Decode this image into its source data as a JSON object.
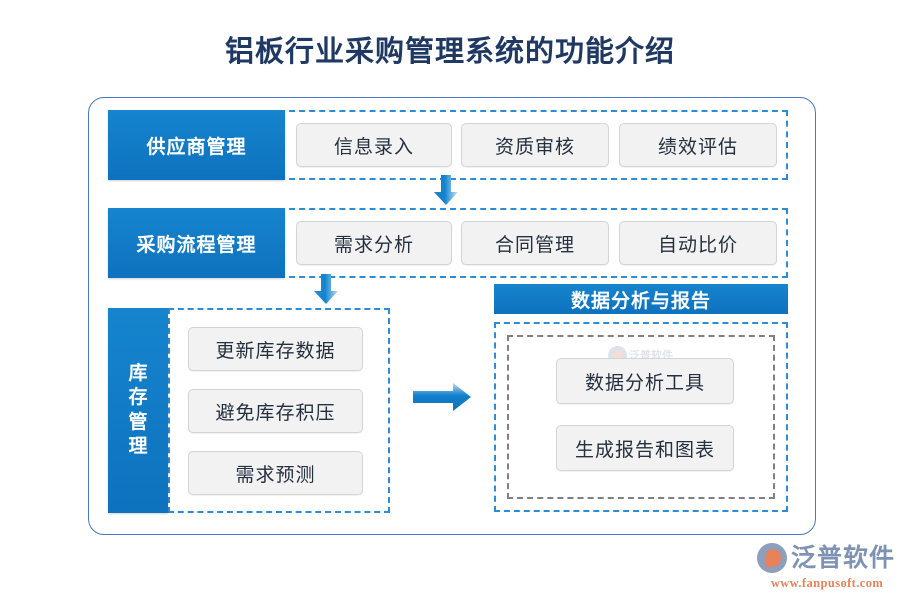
{
  "page": {
    "title": "铝板行业采购管理系统的功能介绍",
    "background": "#ffffff"
  },
  "theme": {
    "brand_blue": "#0E72BE",
    "brand_blue_light": "#1684CE",
    "dashed_blue": "#2E8BD6",
    "dashed_grey": "#808080",
    "chip_bg": "#F2F2F2",
    "chip_border": "#D4D4D4",
    "title_color": "#1F3864",
    "frame_border": "#4A78C8",
    "logo_orange": "#E8825A",
    "logo_grey_blue": "#7E92B4"
  },
  "diagram": {
    "rows": [
      {
        "id": "supplier-management",
        "label": "供应商管理",
        "items": [
          {
            "label": "信息录入"
          },
          {
            "label": "资质审核"
          },
          {
            "label": "绩效评估"
          }
        ]
      },
      {
        "id": "procurement-process-management",
        "label": "采购流程管理",
        "items": [
          {
            "label": "需求分析"
          },
          {
            "label": "合同管理"
          },
          {
            "label": "自动比价"
          }
        ]
      }
    ],
    "inventory": {
      "id": "inventory-management",
      "label_chars": [
        "库",
        "存",
        "管",
        "理"
      ],
      "label": "库存管理",
      "items": [
        {
          "label": "更新库存数据"
        },
        {
          "label": "避免库存积压"
        },
        {
          "label": "需求预测"
        }
      ]
    },
    "analytics": {
      "id": "data-analysis-and-report",
      "header": "数据分析与报告",
      "items": [
        {
          "label": "数据分析工具"
        },
        {
          "label": "生成报告和图表"
        }
      ]
    },
    "connectors": [
      {
        "id": "arrow-row1-to-row2",
        "direction": "down"
      },
      {
        "id": "arrow-row2-to-inventory",
        "direction": "down"
      },
      {
        "id": "arrow-inventory-to-analytics",
        "direction": "right"
      }
    ]
  },
  "watermark": {
    "brand": "泛普软件",
    "url": "www.fanpusoft.com"
  }
}
